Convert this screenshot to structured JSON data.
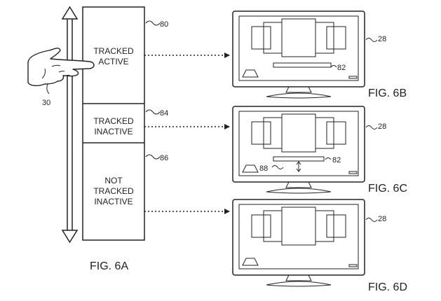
{
  "figure_6a": {
    "caption": "FIG. 6A",
    "zones": [
      {
        "ref": "80",
        "lines": [
          "TRACKED",
          "ACTIVE"
        ]
      },
      {
        "ref": "84",
        "lines": [
          "TRACKED",
          "INACTIVE"
        ]
      },
      {
        "ref": "86",
        "lines": [
          "NOT",
          "TRACKED",
          "INACTIVE"
        ]
      }
    ],
    "hand_ref": "30"
  },
  "displays": [
    {
      "caption": "FIG. 6B",
      "display_ref": "28",
      "bar_ref": "82",
      "gap_ref": ""
    },
    {
      "caption": "FIG. 6C",
      "display_ref": "28",
      "bar_ref": "82",
      "gap_ref": "88"
    },
    {
      "caption": "FIG. 6D",
      "display_ref": "28",
      "bar_ref": "",
      "gap_ref": ""
    }
  ]
}
